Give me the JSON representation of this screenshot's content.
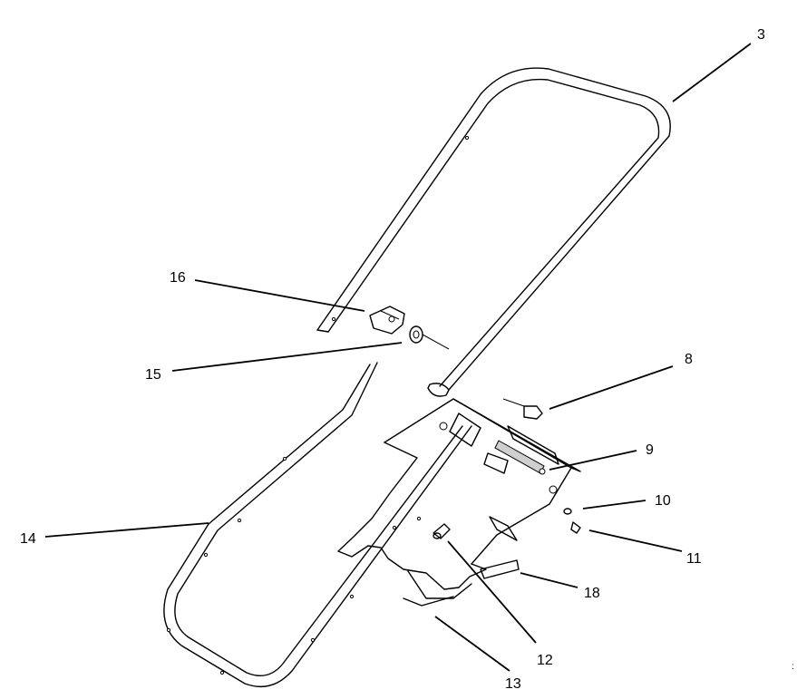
{
  "callouts": [
    {
      "id": "c3",
      "label": "3"
    },
    {
      "id": "c8",
      "label": "8"
    },
    {
      "id": "c9",
      "label": "9"
    },
    {
      "id": "c10",
      "label": "10"
    },
    {
      "id": "c11",
      "label": "11"
    },
    {
      "id": "c12",
      "label": "12"
    },
    {
      "id": "c13",
      "label": "13"
    },
    {
      "id": "c14",
      "label": "14"
    },
    {
      "id": "c15",
      "label": "15"
    },
    {
      "id": "c16",
      "label": "16"
    },
    {
      "id": "c18",
      "label": "18"
    }
  ],
  "corner_mark": ":"
}
